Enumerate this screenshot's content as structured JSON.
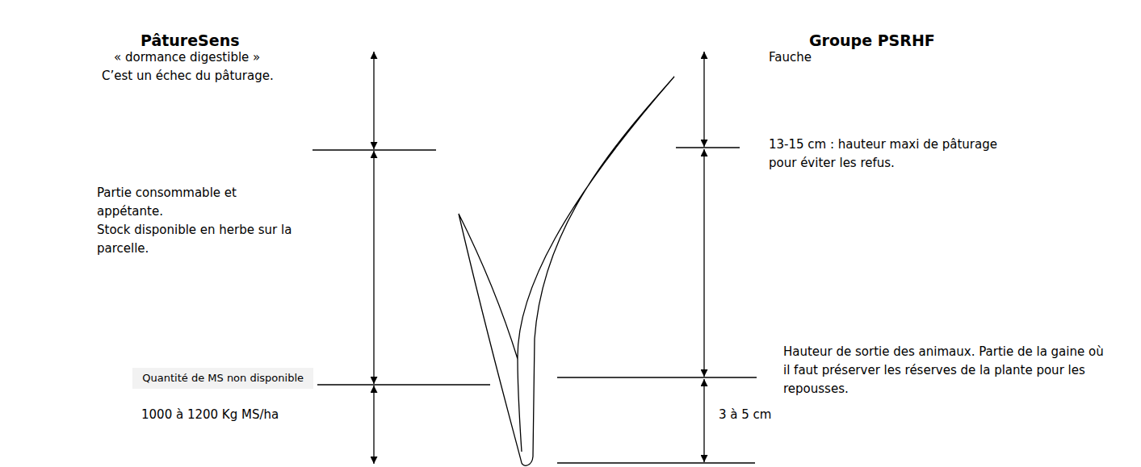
{
  "diagram": {
    "labels": [
      "PâtureSens",
      "Groupe PSRHF",
      "« dormance digestible »",
      "C’est un échec du pâturage.",
      "Fauche",
      "13-15 cm : hauteur maxi de pâturage pour éviter les refus.",
      "Partie consommable et appétante.",
      "Stock disponible en herbe sur la parcelle.",
      "Quantité de MS non disponible",
      "1000 à 1200 Kg MS/ha",
      "Hauteur de sortie des animaux. Partie de la gaine où il faut préserver les réserves de la plante pour les repousses.",
      "3 à 5 cm"
    ]
  }
}
